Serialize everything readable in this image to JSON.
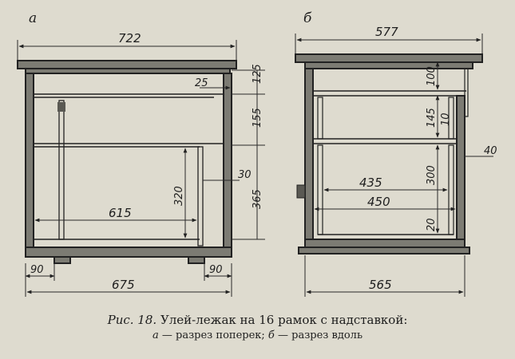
{
  "panels": {
    "a": {
      "letter": "а",
      "dims": {
        "top_width": "722",
        "d25": "25",
        "d125": "125",
        "d155": "155",
        "d30": "30",
        "d320": "320",
        "d365": "365",
        "d615": "615",
        "d90_left": "90",
        "d90_right": "90",
        "d675": "675"
      }
    },
    "b": {
      "letter": "б",
      "dims": {
        "top_width": "577",
        "d100": "100",
        "d145": "145",
        "d10": "10",
        "d40": "40",
        "d300": "300",
        "d435": "435",
        "d450": "450",
        "d20": "20",
        "d565": "565"
      }
    }
  },
  "caption": {
    "figure": "Рис. 18.",
    "title": "Улей-лежак на 16 рамок с надставкой:",
    "sub_a_letter": "а",
    "sub_a_text": "— разрез поперек;",
    "sub_b_letter": "б",
    "sub_b_text": "— разрез вдоль"
  },
  "colors": {
    "background": "#dedbcf",
    "wood": "#7c7b73",
    "ink": "#222222"
  }
}
